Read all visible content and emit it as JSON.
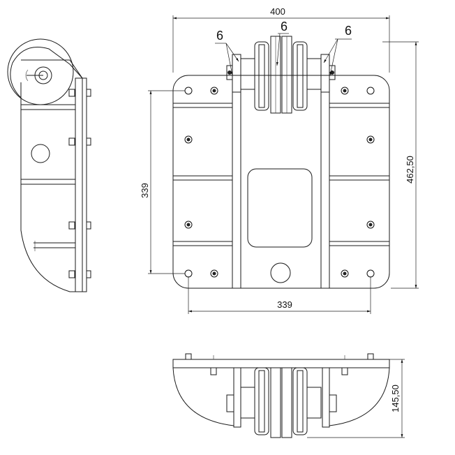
{
  "dimensions": {
    "overall_width": "400",
    "overall_height": "462,50",
    "hole_spacing_vertical": "339",
    "hole_spacing_horizontal": "339",
    "bottom_view_height": "145,50"
  },
  "welds": {
    "left": "6",
    "center": "6",
    "right": "6"
  }
}
